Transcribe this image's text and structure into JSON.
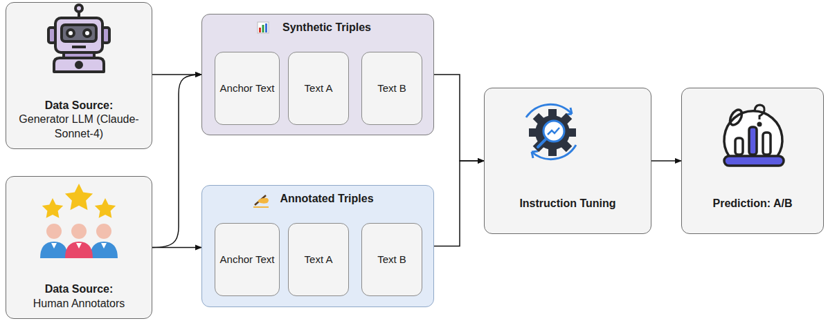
{
  "diagram": {
    "nodes": [
      {
        "text": [
          "Data Source:",
          "Generator LLM (Claude-Sonnet-4)"
        ]
      },
      {
        "text": [
          "Synthetic Triples"
        ]
      },
      {
        "text": [
          "Anchor Text"
        ],
        "in": 1
      },
      {
        "text": [
          "Text A"
        ],
        "in": 1
      },
      {
        "text": [
          "Text B"
        ],
        "in": 1
      },
      {
        "text": [
          "Data Source:",
          "Human Annotators"
        ]
      },
      {
        "text": [
          "Annotated Triples"
        ]
      },
      {
        "text": [
          "Anchor Text"
        ],
        "in": 6
      },
      {
        "text": [
          "Text A"
        ],
        "in": 6
      },
      {
        "text": [
          "Text B"
        ],
        "in": 6
      },
      {
        "text": [
          "Instruction Tuning"
        ]
      },
      {
        "text": [
          "Prediction: A/B"
        ]
      }
    ],
    "edges": [
      {
        "from": 0,
        "to": 1,
        "arrow": "to"
      },
      {
        "from": 5,
        "to": 1,
        "arrow": "to"
      },
      {
        "from": 5,
        "to": 6,
        "arrow": "to"
      },
      {
        "from": 1,
        "to": 10,
        "arrow": "to"
      },
      {
        "from": 6,
        "to": 10,
        "arrow": "to"
      },
      {
        "from": 10,
        "to": 11,
        "arrow": "to"
      }
    ]
  }
}
